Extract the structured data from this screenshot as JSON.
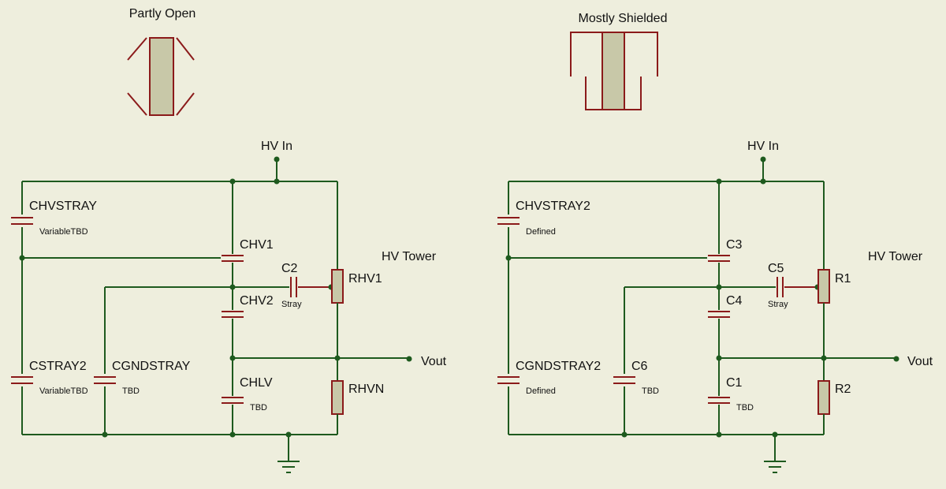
{
  "left": {
    "title": "Partly Open",
    "hv_in": "HV In",
    "tower": "HV Tower",
    "vout": "Vout",
    "chvstray": "CHVSTRAY",
    "chvstray_val": "VariableTBD",
    "cstray2": "CSTRAY2",
    "cstray2_val": "VariableTBD",
    "cgndstray": "CGNDSTRAY",
    "cgndstray_val": "TBD",
    "chv1": "CHV1",
    "chv2": "CHV2",
    "chlv": "CHLV",
    "chlv_val": "TBD",
    "c2": "C2",
    "c2_val": "Stray",
    "rhv1": "RHV1",
    "rhvn": "RHVN"
  },
  "right": {
    "title": "Mostly Shielded",
    "hv_in": "HV In",
    "tower": "HV Tower",
    "vout": "Vout",
    "chvstray": "CHVSTRAY2",
    "chvstray_val": "Defined",
    "cgndstray": "CGNDSTRAY2",
    "cgndstray_val": "Defined",
    "c6": "C6",
    "c6_val": "TBD",
    "c3": "C3",
    "c4": "C4",
    "c1": "C1",
    "c1_val": "TBD",
    "c5": "C5",
    "c5_val": "Stray",
    "r1": "R1",
    "r2": "R2"
  }
}
